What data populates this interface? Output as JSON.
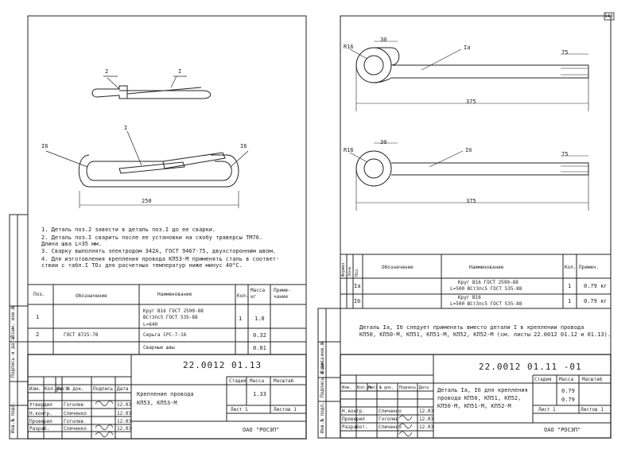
{
  "page_number": "143",
  "left": {
    "labels": {
      "pos2": "2",
      "pos1_top": "I",
      "pos1_mid": "I",
      "weld_left": "I6",
      "weld_right": "I6",
      "dim_250": "250"
    },
    "notes": [
      "1. Деталь поз.2 завести в деталь поз.I до ее сварки.",
      "2. Деталь поз.I сварить после ее установки на скобу траверсы ТМ76.",
      "   Длина шва L=35 мм.",
      "3. Сварку выполнять электродом Э42А, ГОСТ 9467-75, двухсторонним швом.",
      "4. Для изготовления крепления провода КП53-М применять сталь в соответ-",
      "   ствии с табл.I ТО₈ для расчетных температур ниже минус 40°C."
    ],
    "spec_headers": {
      "pos": "Поз.",
      "designation": "Обозначение",
      "name": "Наименование",
      "qty": "Кол.",
      "mass": "Масса кг",
      "note": "Приме-чание"
    },
    "spec_rows": [
      {
        "pos": "1",
        "designation": "",
        "name1": "Круг В16 ГОСТ 2590-88",
        "name2": "ВСт3пс5 ГОСТ 535-88",
        "name3": "L=640",
        "qty": "1",
        "mass": "1.0"
      },
      {
        "pos": "2",
        "designation": "ГОСТ 8725-78",
        "name1": "Серьга СРС-7-16",
        "name2": "",
        "name3": "",
        "qty": "",
        "mass": "0.32"
      },
      {
        "pos": "",
        "designation": "",
        "name1": "Сварные швы",
        "name2": "",
        "name3": "",
        "qty": "",
        "mass": "0.01"
      }
    ],
    "stamp": {
      "doc_code": "22.0012 01.13",
      "title1": "Крепление провода",
      "title2": "КП53, КП53-М",
      "stage_label": "Стадия",
      "mass_label": "Масса",
      "scale_label": "Масштаб",
      "mass": "1.33",
      "sheet_label": "Лист 1",
      "sheets_label": "Листов 1",
      "org": "ОАО \"РОСЭП\"",
      "head_cols": [
        "Изм.",
        "Кол.уч",
        "Лист",
        "№ док.",
        "Подпись",
        "Дата"
      ],
      "people": [
        {
          "role": "Утвердил",
          "name": "Гоголев",
          "date": "12.03"
        },
        {
          "role": "Н.контр.",
          "name": "Спиченко",
          "date": "12.03"
        },
        {
          "role": "Проверил",
          "name": "Гоголев",
          "date": "12.03"
        },
        {
          "role": "Разраб.",
          "name": "Спиченко",
          "date": "12.03"
        }
      ],
      "side_labels": [
        "Инв.№ подл.",
        "Подпись и дата",
        "Взам. инв.№"
      ]
    }
  },
  "right": {
    "labels": {
      "r16_top": "R16",
      "d30_top": "30",
      "lbl_1a": "Iа",
      "d75_top": "75",
      "d375_top": "375",
      "r16_bot": "R16",
      "d30_bot": "30",
      "lbl_1b": "Iб",
      "d75_bot": "75",
      "d375_bot": "375"
    },
    "spec_headers": {
      "format": "Формат",
      "zone": "Зона",
      "pos": "Поз.",
      "designation": "Обозначение",
      "name": "Наименование",
      "qty": "Кол.",
      "note": "Примеч."
    },
    "spec_rows": [
      {
        "pos": "Iа",
        "name1": "Круг В16 ГОСТ 2590-88",
        "name2": "L=500  ВСт3пс5 ГОСТ 535-88",
        "qty": "1",
        "note": "0.79 кг"
      },
      {
        "pos": "Iб",
        "name1": "Круг В16",
        "name2": "L=500  ВСт3пс5 ГОСТ 535-88",
        "qty": "1",
        "note": "0.79 кг"
      }
    ],
    "note_lines": [
      "Деталь Iа, Iб следует применять вместо детали I в креплении провода",
      "КП50, КП50-М, КП51, КП51-М, КП52, КП52-М (см. листы 22.0012 01.12 и 01.13)."
    ],
    "stamp": {
      "doc_code": "22.0012  01.11 -01",
      "title_lines": [
        "Деталь Iа, Iб для крепления",
        "провода КП50, КП51, КП52,",
        "КП50-М, КП51-М, КП52-М"
      ],
      "stage_label": "Стадия",
      "mass_label": "Масса",
      "scale_label": "Масштаб",
      "mass1": "0.79",
      "mass2": "0.79",
      "sheet_label": "Лист 1",
      "sheets_label": "Листов 1",
      "org": "ОАО \"РОСЭП\"",
      "head_cols": [
        "Изм.",
        "Кол.уч",
        "Лист",
        "№ док.",
        "Подпись",
        "Дата"
      ],
      "people": [
        {
          "role": "Н.контр.",
          "name": "Спиченко",
          "date": "12.03"
        },
        {
          "role": "Проверил",
          "name": "Гоголев",
          "date": "12.03"
        },
        {
          "role": "Разработ.",
          "name": "Спиченко",
          "date": "12.03"
        }
      ],
      "side_labels": [
        "Инв.№ подл.",
        "Подпись и дата",
        "Взам. инв.№"
      ]
    }
  }
}
